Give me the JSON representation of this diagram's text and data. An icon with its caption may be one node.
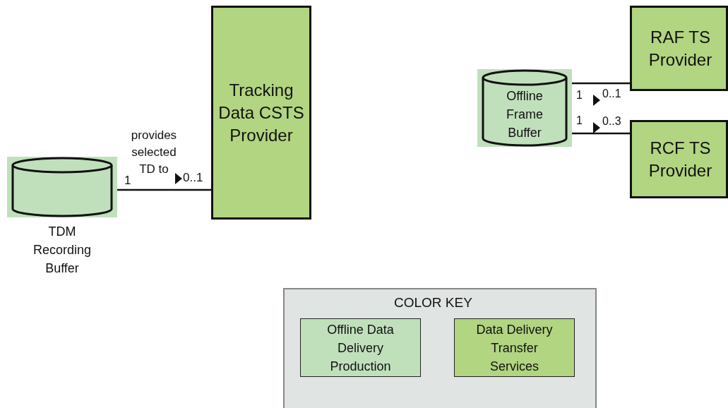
{
  "diagram": {
    "nodes": [
      {
        "text": [
          "Tracking Data CSTS Provider"
        ]
      },
      {
        "text": [
          "TDM Recording Buffer"
        ]
      },
      {
        "text": [
          "Offline Frame Buffer"
        ]
      },
      {
        "text": [
          "RAF TS Provider"
        ]
      },
      {
        "text": [
          "RCF TS Provider"
        ]
      }
    ],
    "edges": [
      {
        "from": 1,
        "to": 0,
        "arrow": "none",
        "label": "provides selected TD to"
      },
      {
        "from": 2,
        "to": 3,
        "arrow": "none"
      },
      {
        "from": 2,
        "to": 4,
        "arrow": "none"
      }
    ],
    "labels": [
      "1",
      "0..1",
      "1",
      "0..1",
      "1",
      "0..3",
      "COLOR KEY"
    ],
    "legend": [
      {
        "text": "Offline Data Delivery Production",
        "color": "#c0e0bc"
      },
      {
        "text": "Data Delivery Transfer Services",
        "color": "#b1d580"
      }
    ]
  }
}
